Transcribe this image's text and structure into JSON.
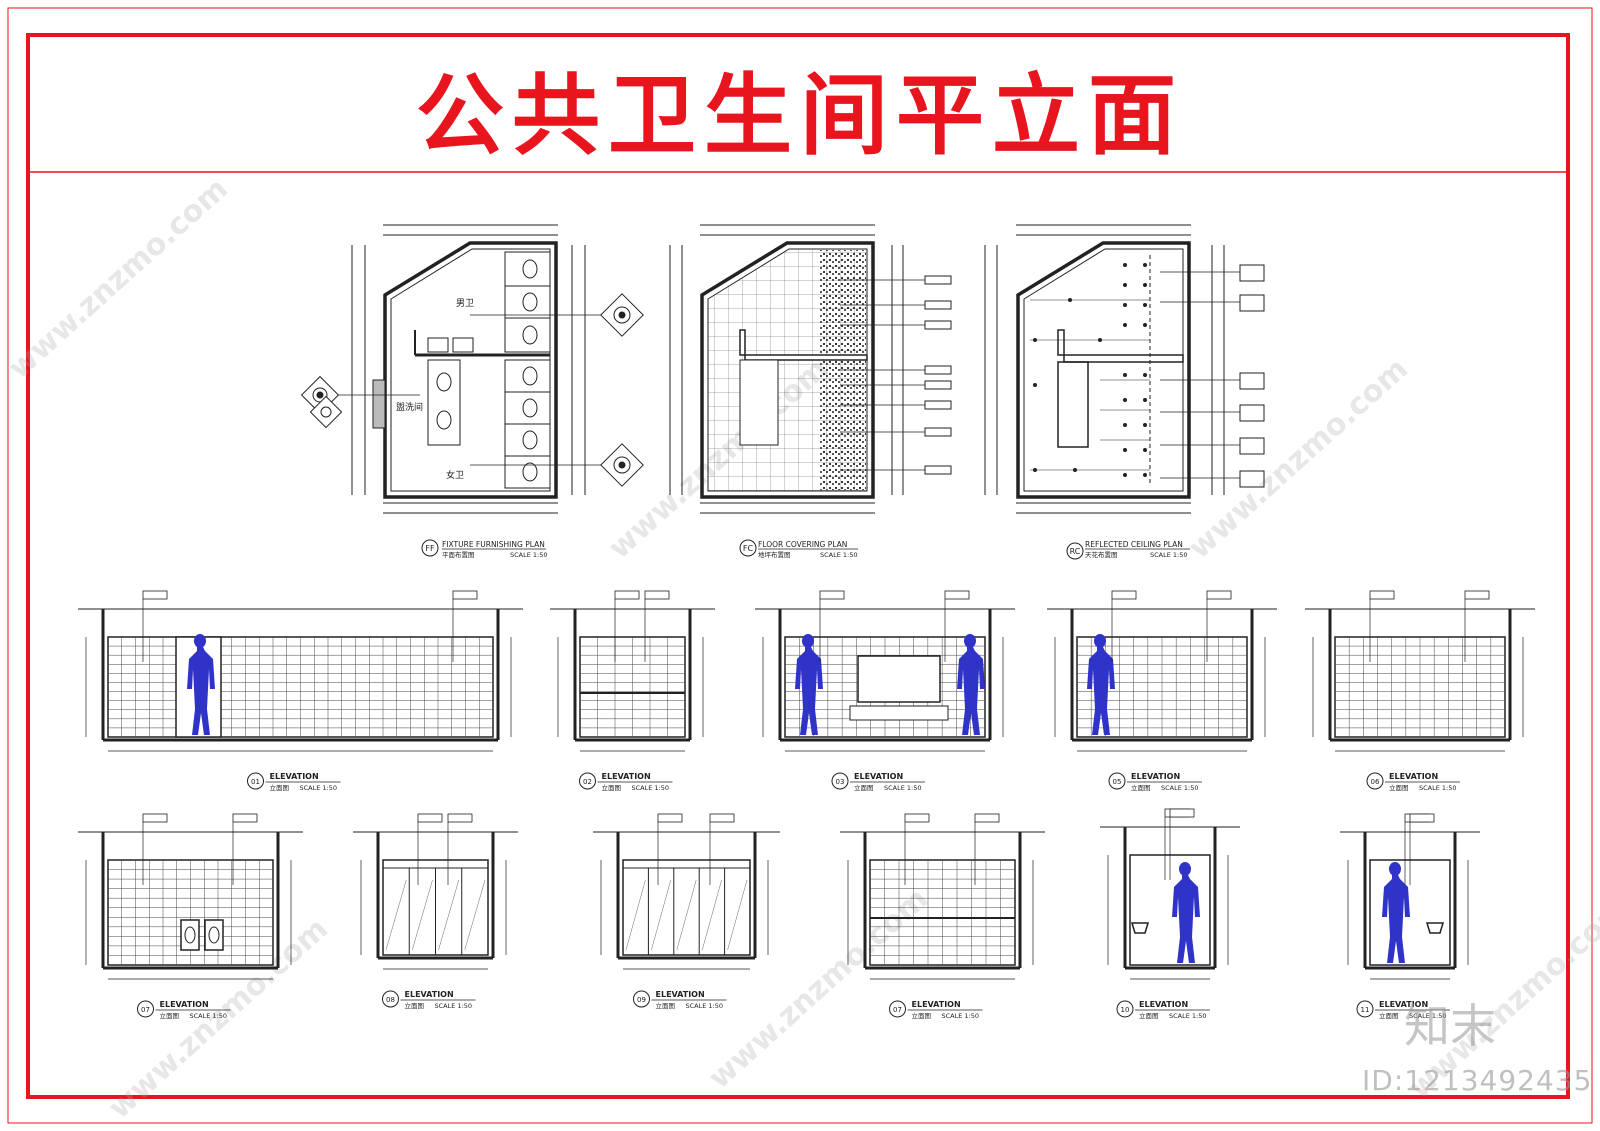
{
  "sheet": {
    "title": "公共卫生间平立面",
    "frame_color": "#e8141e",
    "line_color": "#222222",
    "figure_color": "#2f33c8",
    "watermark_text": "www.znzmo.com",
    "brand_watermark": "知末",
    "id_watermark": "ID:1213492435"
  },
  "plans": [
    {
      "tag": "FF",
      "title": "FIXTURE FURNISHING PLAN",
      "subtitle": "平面布置图",
      "scale": "SCALE 1:50",
      "rooms": [
        "男卫",
        "女卫",
        "盥洗间"
      ]
    },
    {
      "tag": "FC",
      "title": "FLOOR COVERING PLAN",
      "subtitle": "地坪布置图",
      "scale": "SCALE 1:50"
    },
    {
      "tag": "RC",
      "title": "REFLECTED CEILING PLAN",
      "subtitle": "天花布置图",
      "scale": "SCALE 1:50"
    }
  ],
  "elevations": [
    {
      "tag": "01",
      "title": "ELEVATION",
      "subtitle": "立面图",
      "scale": "SCALE 1:50"
    },
    {
      "tag": "02",
      "title": "ELEVATION",
      "subtitle": "立面图",
      "scale": "SCALE 1:50"
    },
    {
      "tag": "03",
      "title": "ELEVATION",
      "subtitle": "立面图",
      "scale": "SCALE 1:50"
    },
    {
      "tag": "05",
      "title": "ELEVATION",
      "subtitle": "立面图",
      "scale": "SCALE 1:50"
    },
    {
      "tag": "06",
      "title": "ELEVATION",
      "subtitle": "立面图",
      "scale": "SCALE 1:50"
    },
    {
      "tag": "07",
      "title": "ELEVATION",
      "subtitle": "立面图",
      "scale": "SCALE 1:50"
    },
    {
      "tag": "08",
      "title": "ELEVATION",
      "subtitle": "立面图",
      "scale": "SCALE 1:50"
    },
    {
      "tag": "09",
      "title": "ELEVATION",
      "subtitle": "立面图",
      "scale": "SCALE 1:50"
    },
    {
      "tag": "07",
      "title": "ELEVATION",
      "subtitle": "立面图",
      "scale": "SCALE 1:50"
    },
    {
      "tag": "10",
      "title": "ELEVATION",
      "subtitle": "立面图",
      "scale": "SCALE 1:50"
    },
    {
      "tag": "11",
      "title": "ELEVATION",
      "subtitle": "立面图",
      "scale": "SCALE 1:50"
    }
  ]
}
